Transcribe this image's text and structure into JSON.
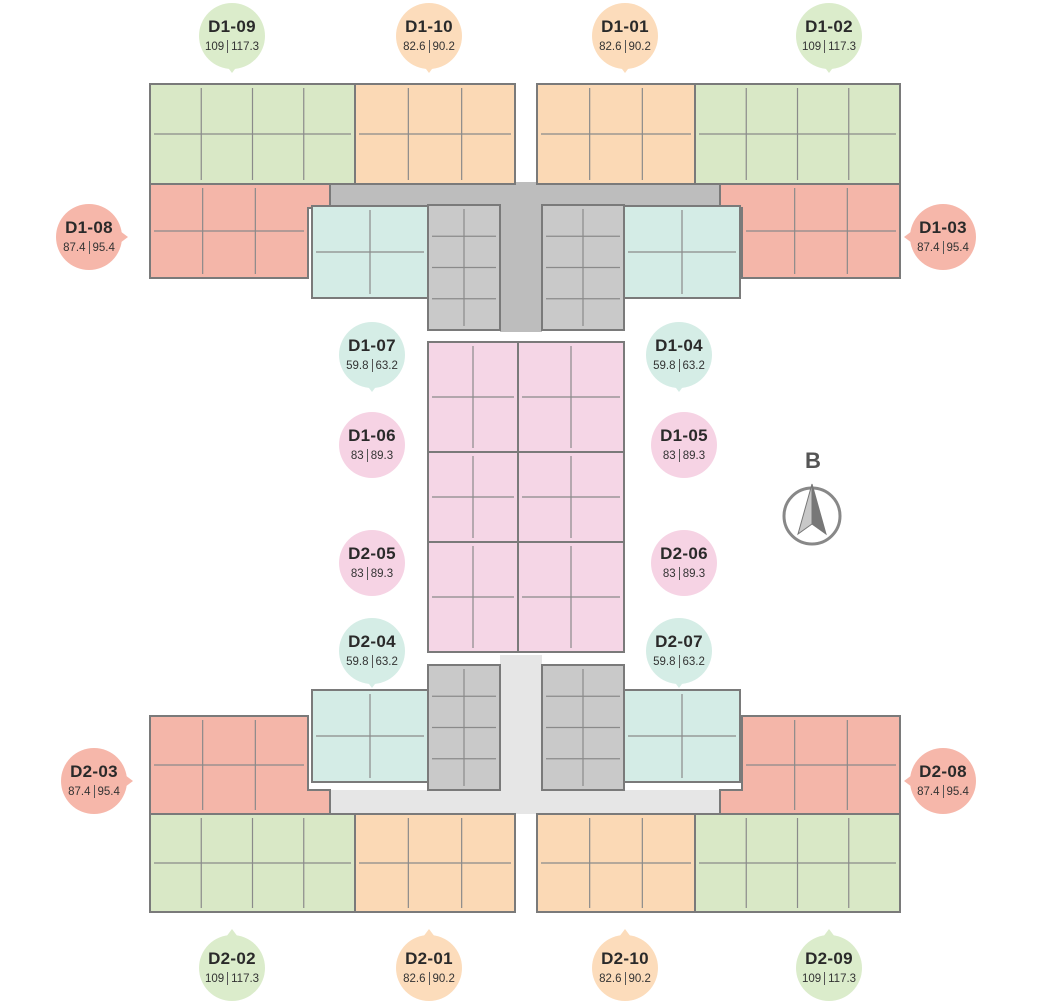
{
  "colors": {
    "green": "#d9e8c6",
    "orange": "#fbd9b5",
    "red": "#f4b6a9",
    "teal": "#d4ece6",
    "pink": "#f5d6e6",
    "core": "#c9c9c9",
    "corridor_top": "#bdbdbd",
    "corridor_bottom": "#e6e6e6",
    "wall": "#7a7a7a"
  },
  "north_label": "B",
  "units": [
    {
      "code": "D1-09",
      "area1": "109",
      "area2": "117.3",
      "color": "green"
    },
    {
      "code": "D1-10",
      "area1": "82.6",
      "area2": "90.2",
      "color": "orange"
    },
    {
      "code": "D1-01",
      "area1": "82.6",
      "area2": "90.2",
      "color": "orange"
    },
    {
      "code": "D1-02",
      "area1": "109",
      "area2": "117.3",
      "color": "green"
    },
    {
      "code": "D1-08",
      "area1": "87.4",
      "area2": "95.4",
      "color": "red"
    },
    {
      "code": "D1-03",
      "area1": "87.4",
      "area2": "95.4",
      "color": "red"
    },
    {
      "code": "D1-07",
      "area1": "59.8",
      "area2": "63.2",
      "color": "teal"
    },
    {
      "code": "D1-04",
      "area1": "59.8",
      "area2": "63.2",
      "color": "teal"
    },
    {
      "code": "D1-06",
      "area1": "83",
      "area2": "89.3",
      "color": "pink"
    },
    {
      "code": "D1-05",
      "area1": "83",
      "area2": "89.3",
      "color": "pink"
    },
    {
      "code": "D2-05",
      "area1": "83",
      "area2": "89.3",
      "color": "pink"
    },
    {
      "code": "D2-06",
      "area1": "83",
      "area2": "89.3",
      "color": "pink"
    },
    {
      "code": "D2-04",
      "area1": "59.8",
      "area2": "63.2",
      "color": "teal"
    },
    {
      "code": "D2-07",
      "area1": "59.8",
      "area2": "63.2",
      "color": "teal"
    },
    {
      "code": "D2-03",
      "area1": "87.4",
      "area2": "95.4",
      "color": "red"
    },
    {
      "code": "D2-08",
      "area1": "87.4",
      "area2": "95.4",
      "color": "red"
    },
    {
      "code": "D2-02",
      "area1": "109",
      "area2": "117.3",
      "color": "green"
    },
    {
      "code": "D2-01",
      "area1": "82.6",
      "area2": "90.2",
      "color": "orange"
    },
    {
      "code": "D2-10",
      "area1": "82.6",
      "area2": "90.2",
      "color": "orange"
    },
    {
      "code": "D2-09",
      "area1": "109",
      "area2": "117.3",
      "color": "green"
    }
  ]
}
